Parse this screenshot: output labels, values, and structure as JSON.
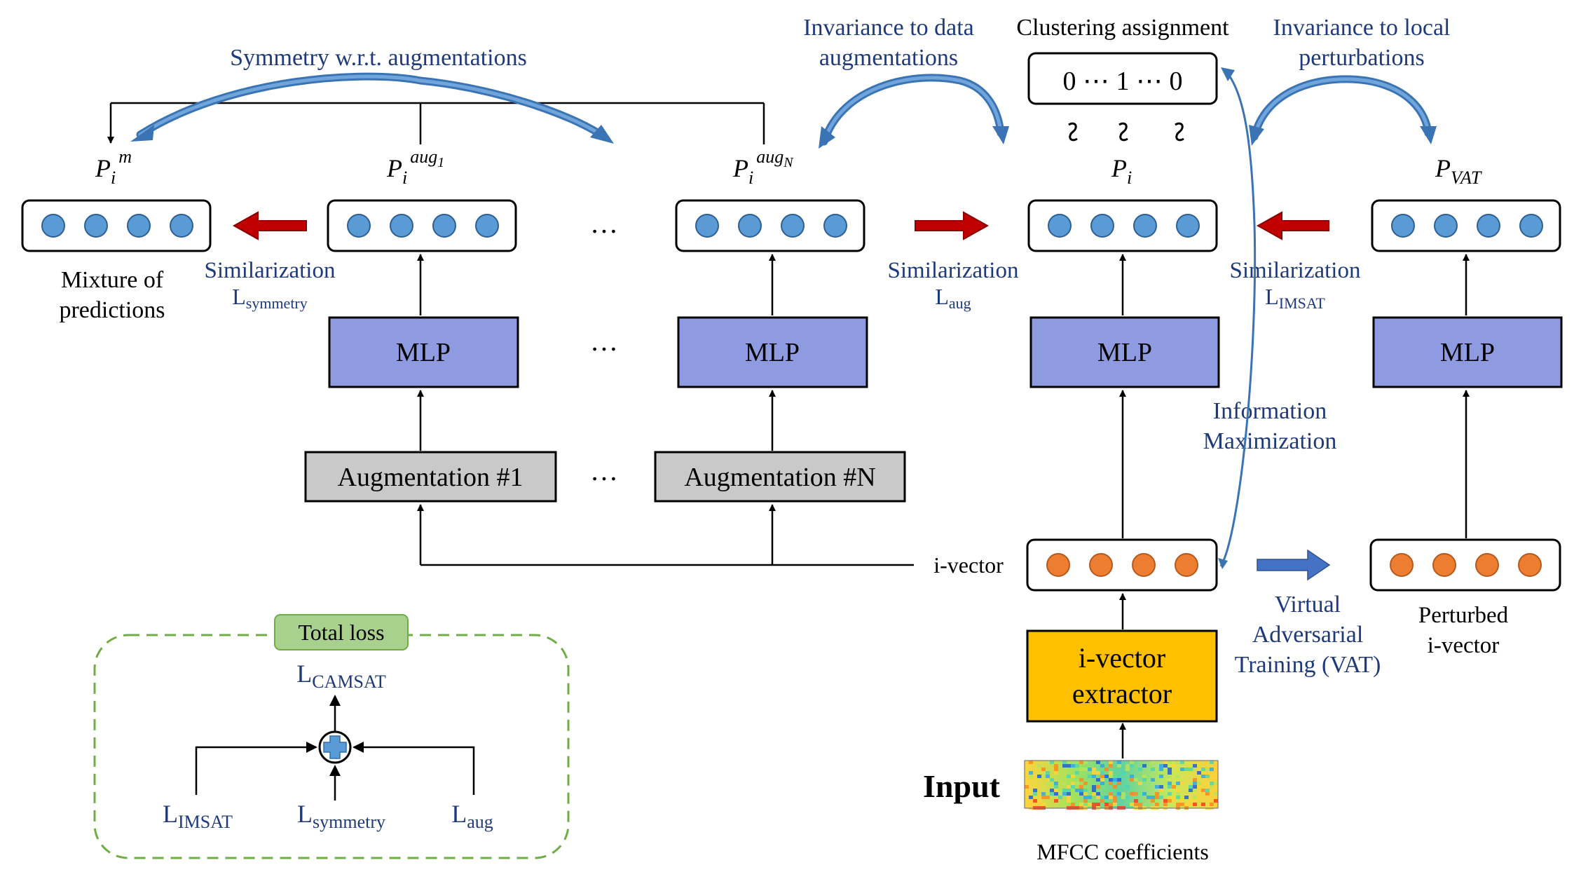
{
  "labels": {
    "symmetry_wrt_aug": "Symmetry w.r.t. augmentations",
    "invariance_data_aug_1": "Invariance to data",
    "invariance_data_aug_2": "augmentations",
    "clustering_assignment": "Clustering assignment",
    "cluster_vector": "0 ⋯ 1 ⋯ 0",
    "invariance_local_1": "Invariance to local",
    "invariance_local_2": "perturbations",
    "p_m_base": "P",
    "p_m_sub": "i",
    "p_m_sup": "m",
    "p_aug1_base": "P",
    "p_aug1_sub": "i",
    "p_aug1_sup": "aug",
    "p_aug1_sup_sub": "1",
    "p_augN_base": "P",
    "p_augN_sub": "i",
    "p_augN_sup": "aug",
    "p_augN_sup_sub": "N",
    "p_i_base": "P",
    "p_i_sub": "i",
    "p_vat_base": "P",
    "p_vat_sub": "VAT",
    "ellipsis": "…",
    "mixture_1": "Mixture of",
    "mixture_2": "predictions",
    "similarization": "Similarization",
    "l_prefix": "L",
    "l_symmetry_sub": "symmetry",
    "l_aug_sub": "aug",
    "l_imsat_sub": "IMSAT",
    "l_camsat_sub": "CAMSAT",
    "mlp": "MLP",
    "augmentation_1": "Augmentation #1",
    "augmentation_n": "Augmentation #N",
    "information_1": "Information",
    "information_2": "Maximization",
    "i_vector": "i-vector",
    "vat_1": "Virtual",
    "vat_2": "Adversarial",
    "vat_3": "Training (VAT)",
    "perturbed_1": "Perturbed",
    "perturbed_2": "i-vector",
    "extractor_1": "i-vector",
    "extractor_2": "extractor",
    "input": "Input",
    "mfcc": "MFCC coefficients",
    "total_loss": "Total loss"
  },
  "colors": {
    "blue_node": "#5b9bd5",
    "orange_node": "#ed7d31",
    "mlp_fill": "#8e9be0",
    "aug_fill": "#c9c9c9",
    "extractor_fill": "#ffc000",
    "red_arrow": "#c00000",
    "blue_arrow": "#4472c4",
    "curved_arrow": "#4a86c8",
    "label_navy": "#1f3a7a",
    "total_loss_fill": "#a9d18e",
    "dashed_green": "#70ad47"
  }
}
